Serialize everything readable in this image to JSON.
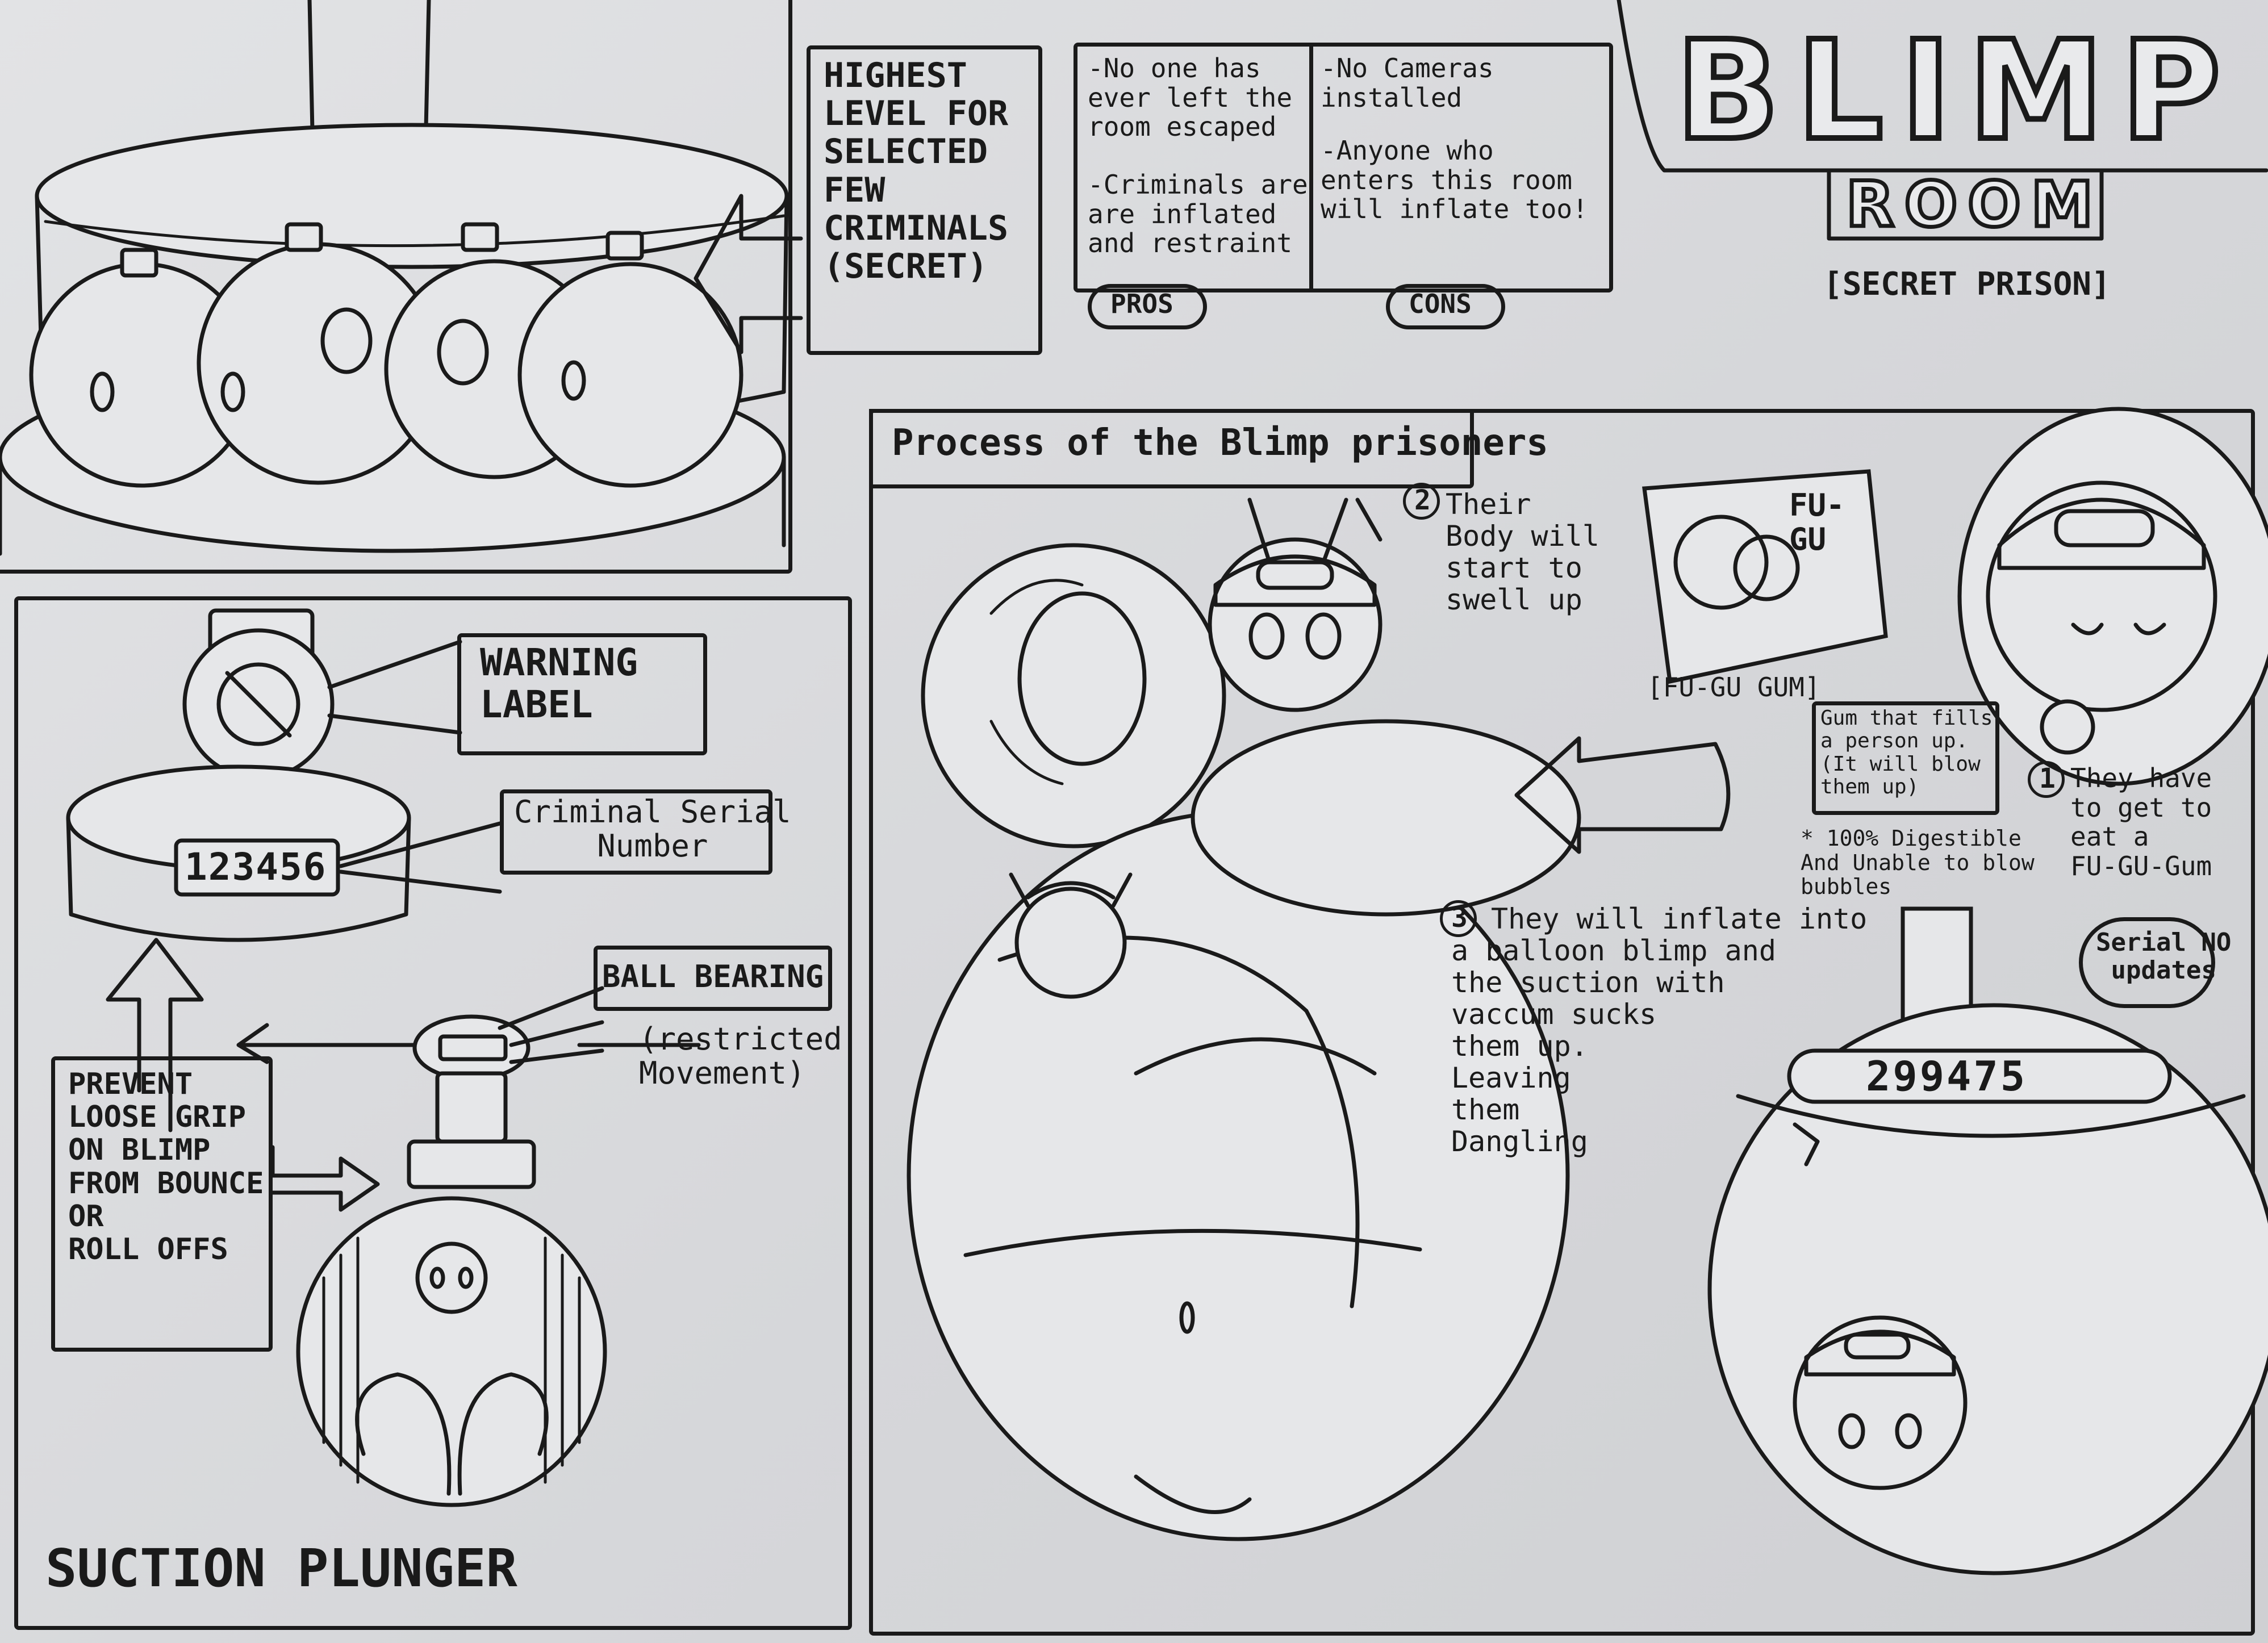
{
  "title": {
    "main": "BLIMP",
    "sub": "ROOM",
    "tag": "[SECRET PRISON]"
  },
  "level_note": "HIGHEST\nLEVEL FOR\nSELECTED\nFEW\nCRIMINALS\n(SECRET)",
  "pros": {
    "items": [
      "-No one has\never left the\nroom escaped",
      "-Criminals are\nare inflated\nand restraint"
    ],
    "label": "PROS"
  },
  "cons": {
    "items": [
      "-No Cameras\ninstalled",
      "-Anyone who\nenters this room\nwill inflate too!"
    ],
    "label": "CONS"
  },
  "suction": {
    "warning_label": "WARNING\nLABEL",
    "serial_label": "Criminal Serial\nNumber",
    "serial_number": "123456",
    "ball_bearing": "BALL BEARING",
    "restricted": "(restricted\nMovement)",
    "prevent": "PREVENT\nLOOSE GRIP\nON BLIMP\nFROM BOUNCE\nOR\nROLL OFFS",
    "footer": "SUCTION PLUNGER"
  },
  "process": {
    "title": "Process of the Blimp prisoners",
    "step1_num": "1",
    "step1": "They have\nto get to\neat a\nFU-GU-Gum",
    "step2_num": "2",
    "step2": "Their\nBody will\nstart to\nswell up",
    "step3_num": "3",
    "step3": "They will inflate into\na balloon blimp and\nthe suction with\nvaccum sucks\nthem up.\nLeaving\nthem\nDangling",
    "gum_pack": "FU-\nGU",
    "gum_label": "[FU-GU GUM]",
    "gum_desc": "Gum that fills\na person up.\n(It will blow\nthem up)",
    "gum_note": "* 100% Digestible\nAnd Unable to blow\nbubbles",
    "serial_updates": "Serial NO\nupdates",
    "new_serial": "299475"
  }
}
